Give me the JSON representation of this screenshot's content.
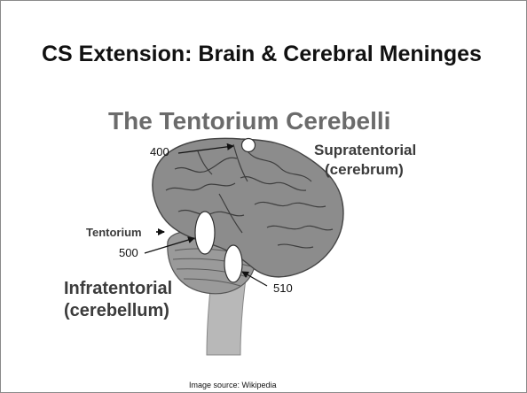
{
  "slide": {
    "title": "CS Extension: Brain & Cerebral Meninges"
  },
  "figure": {
    "title": "The Tentorium Cerebelli",
    "labels": {
      "supratentorial_line1": "Supratentorial",
      "supratentorial_line2": "(cerebrum)",
      "infratentorial_line1": "Infratentorial",
      "infratentorial_line2": "(cerebellum)",
      "tentorium": "Tentorium"
    },
    "callouts": {
      "n400": "400",
      "n500": "500",
      "n510": "510"
    }
  },
  "source": "Image source: Wikipedia",
  "colors": {
    "brain": "#8c8c8c",
    "cerebellum": "#9a9a9a",
    "brainstem": "#b8b8b8",
    "marker_fill": "#ffffff"
  }
}
